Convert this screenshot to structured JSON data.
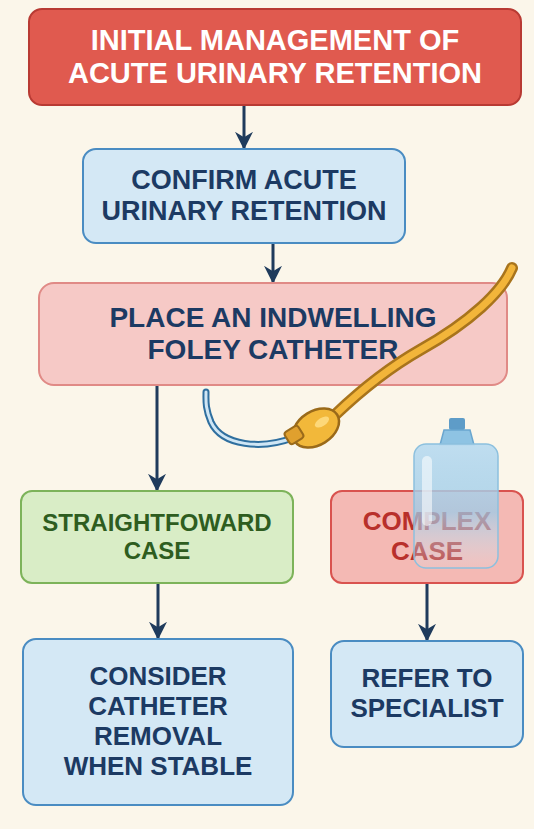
{
  "diagram": {
    "nodes": [
      {
        "text": [
          "INITIAL MANAGEMENT OF ACUTE URINARY RETENTION"
        ]
      },
      {
        "text": [
          "CONFIRM ACUTE URINARY RETENTION"
        ]
      },
      {
        "text": [
          "PLACE AN INDWELLING FOLEY CATHETER"
        ]
      },
      {
        "text": [
          "STRAIGHTFOWARD CASE"
        ]
      },
      {
        "text": [
          "COMPLEX CASE"
        ]
      },
      {
        "text": [
          "CONSIDER CATHETER REMOVAL WHEN STABLE"
        ]
      },
      {
        "text": [
          "REFER TO SPECIALIST"
        ]
      }
    ],
    "edges": [
      {
        "from": 0,
        "to": 1,
        "arrow": "to"
      },
      {
        "from": 1,
        "to": 2,
        "arrow": "to"
      },
      {
        "from": 2,
        "to": 3,
        "arrow": "to"
      },
      {
        "from": 3,
        "to": 5,
        "arrow": "to"
      },
      {
        "from": 4,
        "to": 6,
        "arrow": "to"
      }
    ]
  }
}
